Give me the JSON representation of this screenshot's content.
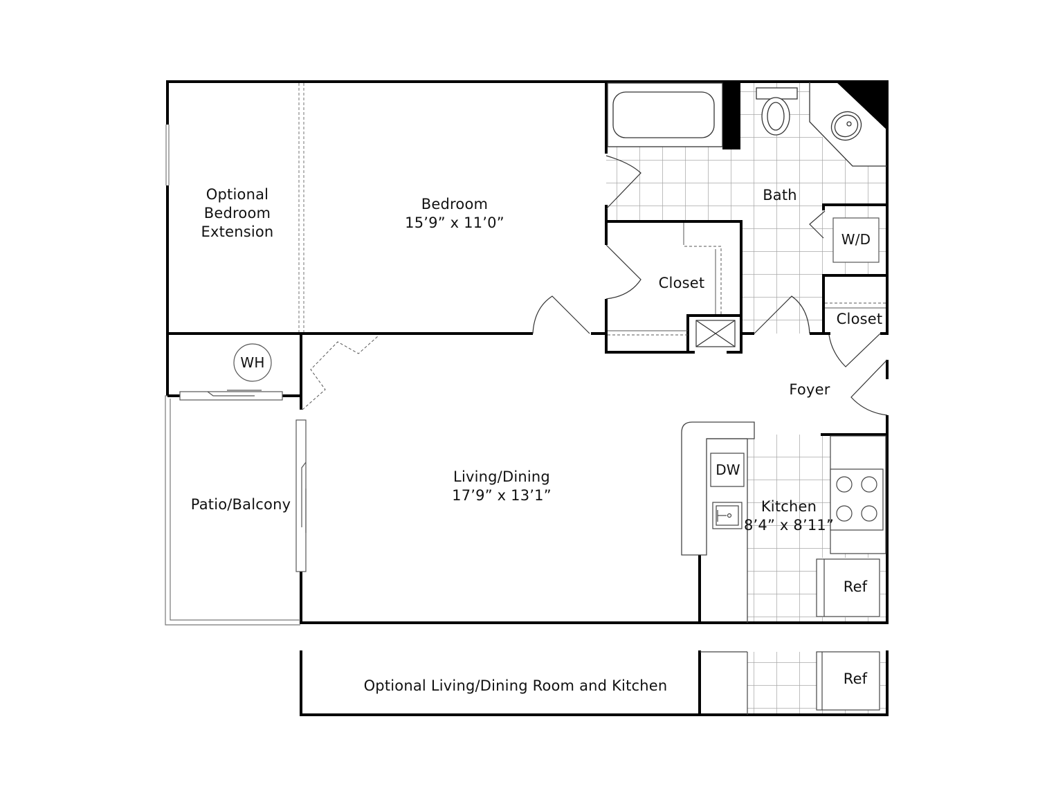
{
  "plan": {
    "rooms": {
      "optional_bedroom_extension": {
        "line1": "Optional",
        "line2": "Bedroom",
        "line3": "Extension"
      },
      "bedroom": {
        "name": "Bedroom",
        "dimensions": "15’9” x 11’0”"
      },
      "bath": {
        "name": "Bath"
      },
      "washer_dryer": {
        "name": "W/D"
      },
      "closet_bedroom": {
        "name": "Closet"
      },
      "closet_foyer": {
        "name": "Closet"
      },
      "foyer": {
        "name": "Foyer"
      },
      "water_heater": {
        "name": "WH"
      },
      "patio_balcony": {
        "name": "Patio/Balcony"
      },
      "living_dining": {
        "name": "Living/Dining",
        "dimensions": "17’9” x 13’1”"
      },
      "kitchen": {
        "name": "Kitchen",
        "dimensions": "8’4” x 8’11”"
      },
      "dishwasher": {
        "name": "DW"
      },
      "refrigerator": {
        "name": "Ref"
      }
    },
    "optional_layout": {
      "name": "Optional Living/Dining Room and Kitchen",
      "refrigerator": "Ref"
    }
  },
  "colors": {
    "wall": "#000000",
    "tile_grid": "#a8a8a8",
    "fixture": "#333333",
    "dashed": "#555555",
    "background": "#ffffff"
  }
}
